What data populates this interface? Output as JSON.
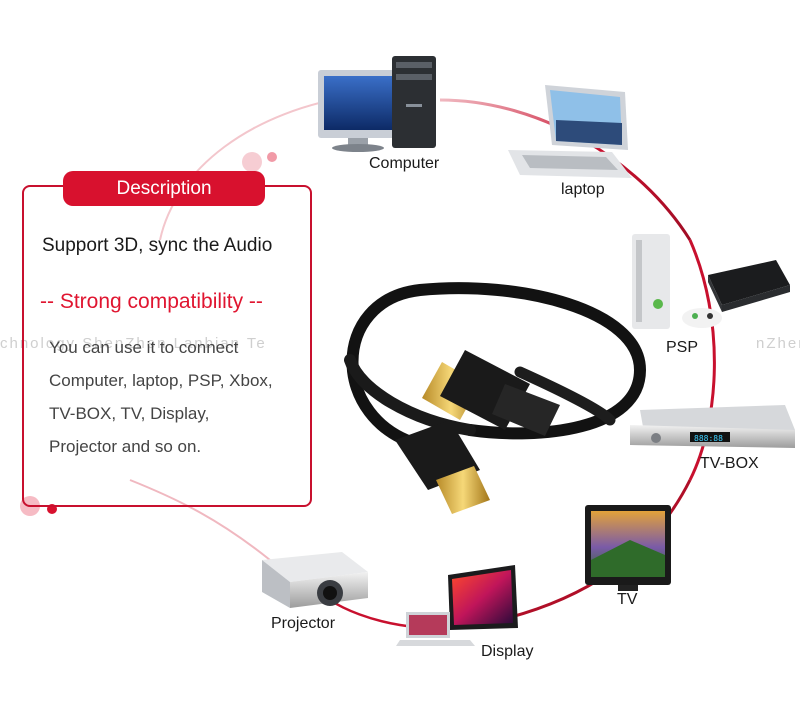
{
  "description": {
    "tab_label": "Description",
    "line1": "Support 3D, sync the Audio",
    "heading": "-- Strong compatibility --",
    "body_lines": [
      "You can use it to connect",
      "Computer, laptop, PSP, Xbox,",
      "TV-BOX, TV, Display,",
      "Projector and so on."
    ]
  },
  "devices": {
    "computer": "Computer",
    "laptop": "laptop",
    "psp": "PSP",
    "tvbox": "TV-BOX",
    "tv": "TV",
    "display": "Display",
    "projector": "Projector"
  },
  "watermark": {
    "left": "chnology  ShenZhen Lanbian Te",
    "right": "nZhen"
  },
  "colors": {
    "accent_red": "#d8112e",
    "ring_red": "#c8102e"
  }
}
